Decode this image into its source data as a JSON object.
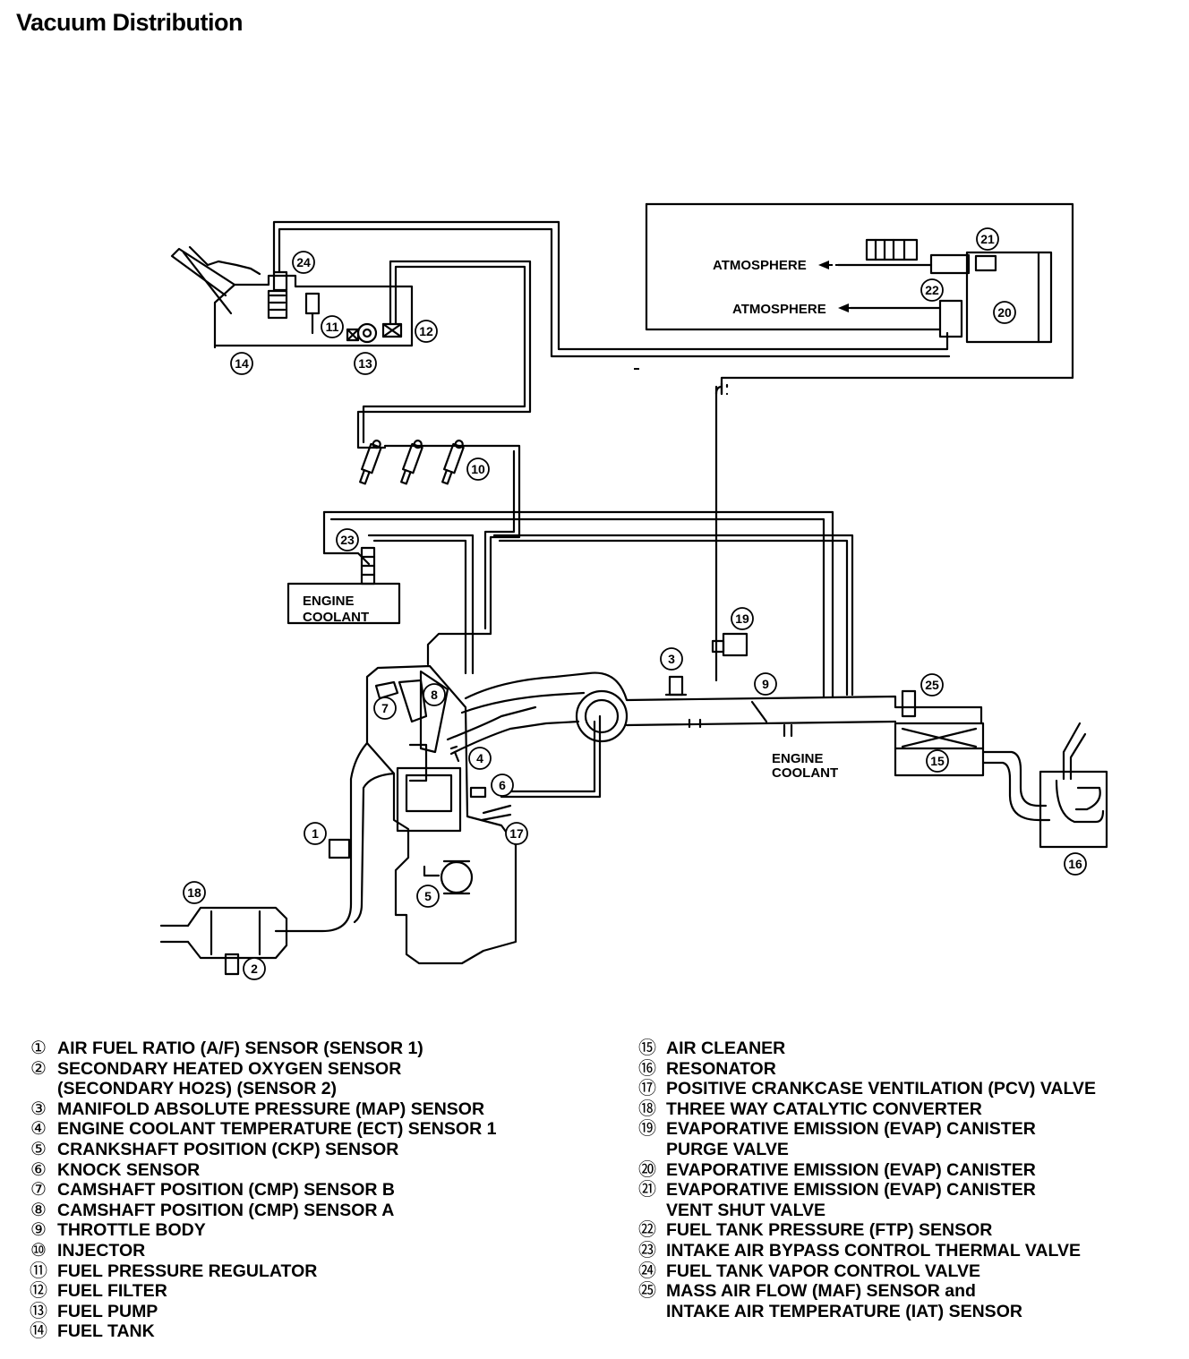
{
  "title": "Vacuum Distribution",
  "diagram_labels": {
    "atmosphere_top": "ATMOSPHERE",
    "atmosphere_bottom": "ATMOSPHERE",
    "engine_coolant_left_1": "ENGINE",
    "engine_coolant_left_2": "COOLANT",
    "engine_coolant_right_1": "ENGINE",
    "engine_coolant_right_2": "COOLANT"
  },
  "callouts": [
    "1",
    "2",
    "3",
    "4",
    "5",
    "6",
    "7",
    "8",
    "9",
    "10",
    "11",
    "12",
    "13",
    "14",
    "15",
    "16",
    "17",
    "18",
    "19",
    "20",
    "21",
    "22",
    "23",
    "24",
    "25"
  ],
  "legend_left": [
    {
      "num": "①",
      "text": "AIR FUEL RATIO (A/F) SENSOR (SENSOR 1)"
    },
    {
      "num": "②",
      "text": "SECONDARY HEATED OXYGEN SENSOR"
    },
    {
      "num": "",
      "text": "(SECONDARY HO2S) (SENSOR 2)"
    },
    {
      "num": "③",
      "text": "MANIFOLD ABSOLUTE PRESSURE (MAP) SENSOR"
    },
    {
      "num": "④",
      "text": "ENGINE COOLANT TEMPERATURE (ECT) SENSOR 1"
    },
    {
      "num": "⑤",
      "text": "CRANKSHAFT POSITION (CKP) SENSOR"
    },
    {
      "num": "⑥",
      "text": "KNOCK SENSOR"
    },
    {
      "num": "⑦",
      "text": "CAMSHAFT POSITION (CMP) SENSOR B"
    },
    {
      "num": "⑧",
      "text": "CAMSHAFT POSITION (CMP) SENSOR A"
    },
    {
      "num": "⑨",
      "text": "THROTTLE BODY"
    },
    {
      "num": "⑩",
      "text": "INJECTOR"
    },
    {
      "num": "⑪",
      "text": "FUEL PRESSURE REGULATOR"
    },
    {
      "num": "⑫",
      "text": "FUEL FILTER"
    },
    {
      "num": "⑬",
      "text": "FUEL PUMP"
    },
    {
      "num": "⑭",
      "text": "FUEL TANK"
    }
  ],
  "legend_right": [
    {
      "num": "⑮",
      "text": "AIR CLEANER"
    },
    {
      "num": "⑯",
      "text": "RESONATOR"
    },
    {
      "num": "⑰",
      "text": "POSITIVE CRANKCASE VENTILATION (PCV) VALVE"
    },
    {
      "num": "⑱",
      "text": "THREE WAY CATALYTIC CONVERTER"
    },
    {
      "num": "⑲",
      "text": "EVAPORATIVE EMISSION (EVAP) CANISTER"
    },
    {
      "num": "",
      "text": "PURGE VALVE"
    },
    {
      "num": "⑳",
      "text": "EVAPORATIVE EMISSION (EVAP) CANISTER"
    },
    {
      "num": "㉑",
      "text": "EVAPORATIVE EMISSION (EVAP) CANISTER"
    },
    {
      "num": "",
      "text": "VENT SHUT VALVE"
    },
    {
      "num": "㉒",
      "text": "FUEL TANK PRESSURE (FTP) SENSOR"
    },
    {
      "num": "㉓",
      "text": "INTAKE AIR BYPASS CONTROL THERMAL VALVE"
    },
    {
      "num": "㉔",
      "text": "FUEL TANK VAPOR CONTROL VALVE"
    },
    {
      "num": "㉕",
      "text": "MASS AIR FLOW (MAF) SENSOR and"
    },
    {
      "num": "",
      "text": "INTAKE AIR TEMPERATURE (IAT) SENSOR"
    }
  ]
}
